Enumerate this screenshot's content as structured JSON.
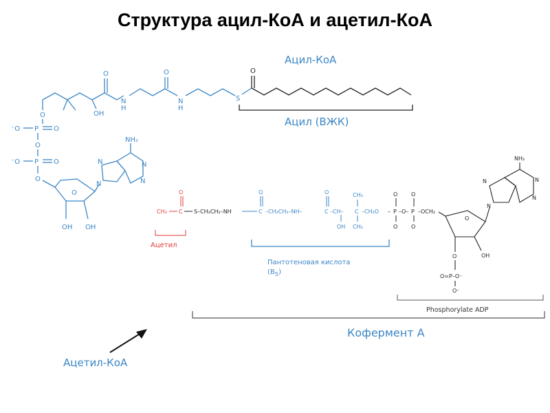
{
  "title": "Структура ацил-КоА и ацетил-КоА",
  "labels": {
    "acyl_coa": "Ацил-КоА",
    "acyl_fatty_acid": "Ацил (ВЖК)",
    "acetyl": "Ацетил",
    "pantothenic_line1": "Пантотеновая кислота",
    "pantothenic_line2": "(B",
    "pantothenic_sub": "5",
    "pantothenic_close": ")",
    "phosphorylate_adp": "Phosphorylate ADP",
    "coenzyme_a": "Кофермент А",
    "acetyl_coa": "Ацетил-КоА"
  },
  "colors": {
    "blue": "#3b86c6",
    "red": "#e23a3a",
    "black": "#222222"
  }
}
